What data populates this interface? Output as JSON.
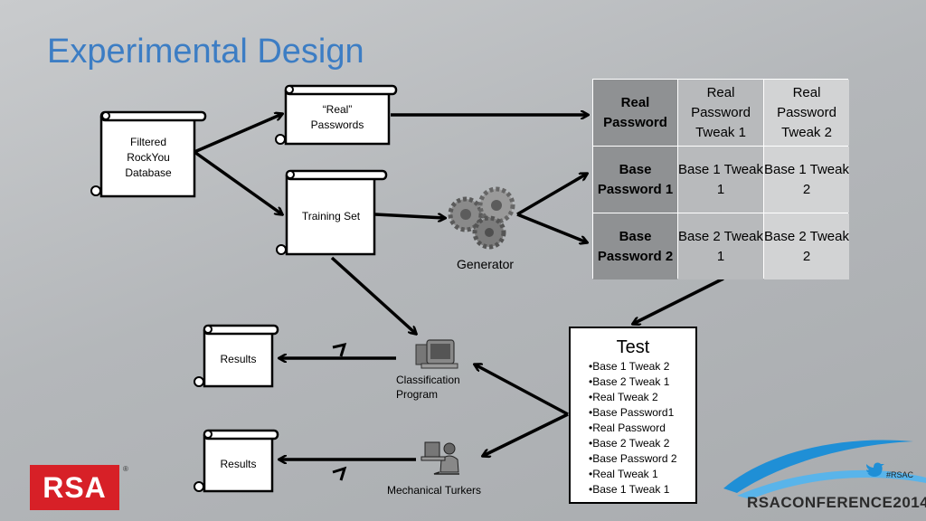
{
  "title": "Experimental Design",
  "scrolls": {
    "database": "Filtered\nRockYou\nDatabase",
    "real_passwords": "“Real”\nPasswords",
    "training_set": "Training Set",
    "results_1": "Results",
    "results_2": "Results"
  },
  "generator_label": "Generator",
  "classification_label": "Classification\nProgram",
  "turkers_label": "Mechanical Turkers",
  "grid": {
    "rows": [
      [
        "Real Password",
        "Real Password Tweak 1",
        "Real Password Tweak 2"
      ],
      [
        "Base Password 1",
        "Base 1 Tweak 1",
        "Base 1 Tweak 2"
      ],
      [
        "Base Password 2",
        "Base 2 Tweak 1",
        "Base 2 Tweak 2"
      ]
    ]
  },
  "test": {
    "title": "Test",
    "items": [
      "•Base 1 Tweak 2",
      "•Base 2 Tweak 1",
      "•Real Tweak 2",
      "•Base Password1",
      "•Real Password",
      "•Base 2 Tweak 2",
      "•Base Password 2",
      "•Real Tweak 1",
      "•Base 1 Tweak 1"
    ]
  },
  "branding": {
    "logo": "RSA",
    "registered": "®",
    "hashtag": "#RSAC",
    "conference": "RSACONFERENCE2014"
  },
  "colors": {
    "title": "#3c7dc4",
    "logo_red": "#d72027",
    "swoosh_blue": "#1f8fd6"
  }
}
